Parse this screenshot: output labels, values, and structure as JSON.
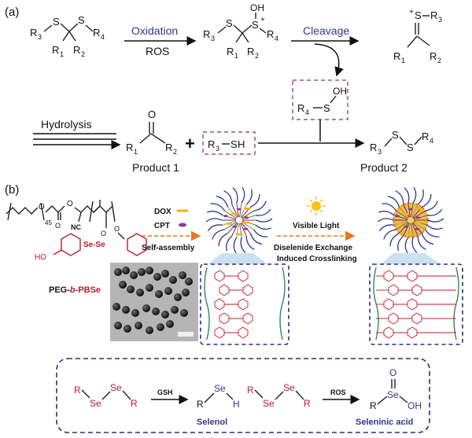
{
  "panel_a": {
    "label": "(a)",
    "step_oxidation": "Oxidation",
    "step_ros": "ROS",
    "step_cleavage": "Cleavage",
    "step_hydrolysis": "Hydrolysis",
    "product1": "Product 1",
    "product2": "Product 2",
    "atoms": {
      "R3": "R",
      "R4": "R",
      "R1": "R",
      "R2": "R",
      "S": "S",
      "OH": "OH",
      "O": "O",
      "H": "H",
      "plus": "+",
      "plus_sign": "+"
    }
  },
  "panel_b": {
    "label": "(b)",
    "repeat_45": "45",
    "nc": "NC",
    "ho": "HO",
    "polymer_peg": "PEG-",
    "polymer_b": "b",
    "polymer_pbse": "-PBSe",
    "se_se": "Se-Se",
    "legend_dox": "DOX",
    "legend_cpt": "CPT",
    "self_assembly": "Self-assembly",
    "visible_light": "Visible Light",
    "exchange_line1": "Diselenide Exchange",
    "exchange_line2": "Induced Crosslinking",
    "reaction_gsh": "GSH",
    "reaction_ros": "ROS",
    "selenol": "Selenol",
    "seleninic_acid": "Seleninic acid",
    "se": "Se",
    "r": "R",
    "h": "H",
    "oh": "OH",
    "o": "O"
  },
  "colors": {
    "blue_text": "#2e3a87",
    "red_struct": "#c0192e",
    "dash_purple": "#a0508c",
    "dash_navy": "#2a3170",
    "dox": "#f5b21b",
    "cpt": "#8d3a9a",
    "arrow_orange": "#e87722"
  }
}
